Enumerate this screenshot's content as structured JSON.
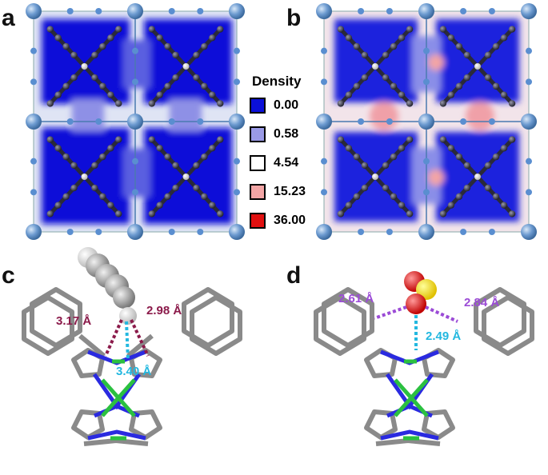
{
  "panels": {
    "a": "a",
    "b": "b",
    "c": "c",
    "d": "d"
  },
  "legend": {
    "title": "Density",
    "items": [
      {
        "value": "0.00",
        "color": "#0b10d8"
      },
      {
        "value": "0.58",
        "color": "#9a9ae6"
      },
      {
        "value": "4.54",
        "color": "#ffffff"
      },
      {
        "value": "15.23",
        "color": "#f3a5a5"
      },
      {
        "value": "36.00",
        "color": "#e11010"
      }
    ]
  },
  "distances": {
    "c": [
      {
        "text": "3.17 Å",
        "color": "#8b1a4a"
      },
      {
        "text": "2.98 Å",
        "color": "#8b1a4a"
      },
      {
        "text": "3.40 Å",
        "color": "#23b8e0"
      }
    ],
    "d": [
      {
        "text": "2.61 Å",
        "color": "#9b4bd6"
      },
      {
        "text": "2.84 Å",
        "color": "#9b4bd6"
      },
      {
        "text": "2.49 Å",
        "color": "#23b8e0"
      }
    ]
  }
}
